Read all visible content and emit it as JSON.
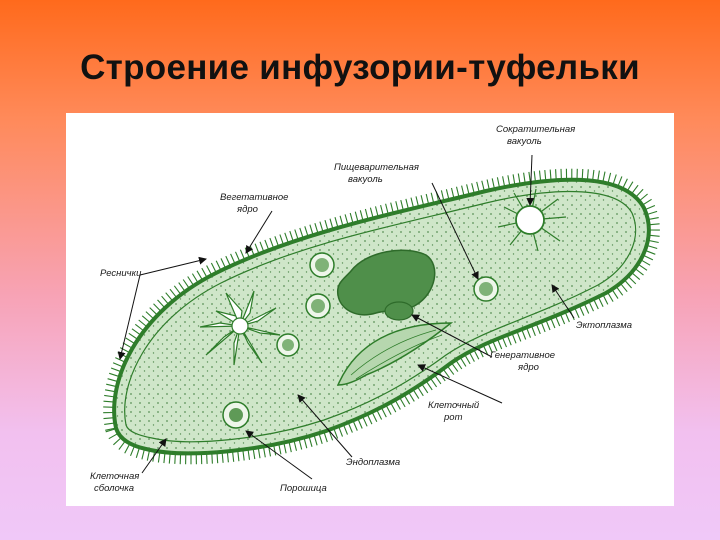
{
  "slide": {
    "title": "Строение инфузории-туфельки"
  },
  "labels": {
    "contractile_vacuole": [
      "Сократительная",
      "вакуоль"
    ],
    "digestive_vacuole": [
      "Пищеварительная",
      "вакуоль"
    ],
    "vegetative_nucleus": [
      "Вегетативное",
      "ядро"
    ],
    "cilia": [
      "Реснички"
    ],
    "ectoplasm": [
      "Эктоплазма"
    ],
    "generative_nucleus": [
      "Генеративное",
      "ядро"
    ],
    "cell_mouth": [
      "Клеточный",
      "рот"
    ],
    "endoplasm": [
      "Эндоплазма"
    ],
    "cell_membrane": [
      "Клеточная",
      "сболочка"
    ],
    "powder": [
      "Порошица"
    ]
  },
  "colors": {
    "body_fill": "#cfe6c9",
    "outline": "#2e7d2a",
    "nucleus": "#4f8f4a",
    "pointer": "#111111"
  }
}
